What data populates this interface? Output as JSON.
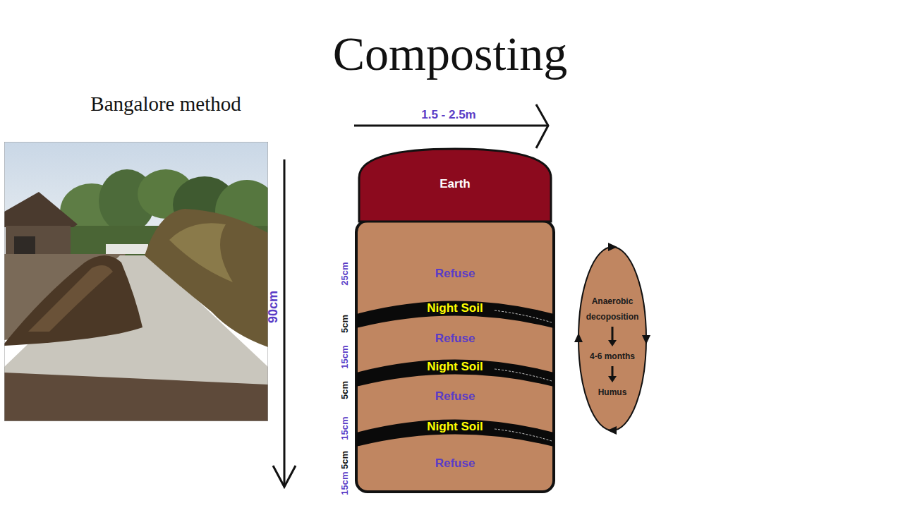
{
  "diagram": {
    "title": "Composting",
    "nodes": [
      {
        "text": [
          "Earth"
        ]
      },
      {
        "text": [
          "Refuse"
        ]
      },
      {
        "text": [
          "Night Soil"
        ]
      },
      {
        "text": [
          "Refuse"
        ]
      },
      {
        "text": [
          "Night Soil"
        ]
      },
      {
        "text": [
          "Refuse"
        ]
      },
      {
        "text": [
          "Night Soil"
        ]
      },
      {
        "text": [
          "Refuse"
        ]
      },
      {
        "text": [
          "Anaerobic decoposition",
          "4-6 months",
          "Humus"
        ]
      }
    ],
    "labels": [
      "Bangalore method",
      "1.5 - 2.5m",
      "90cm",
      "25cm",
      "5cm",
      "15cm",
      "5cm",
      "15cm",
      "5cm",
      "15cm"
    ]
  }
}
